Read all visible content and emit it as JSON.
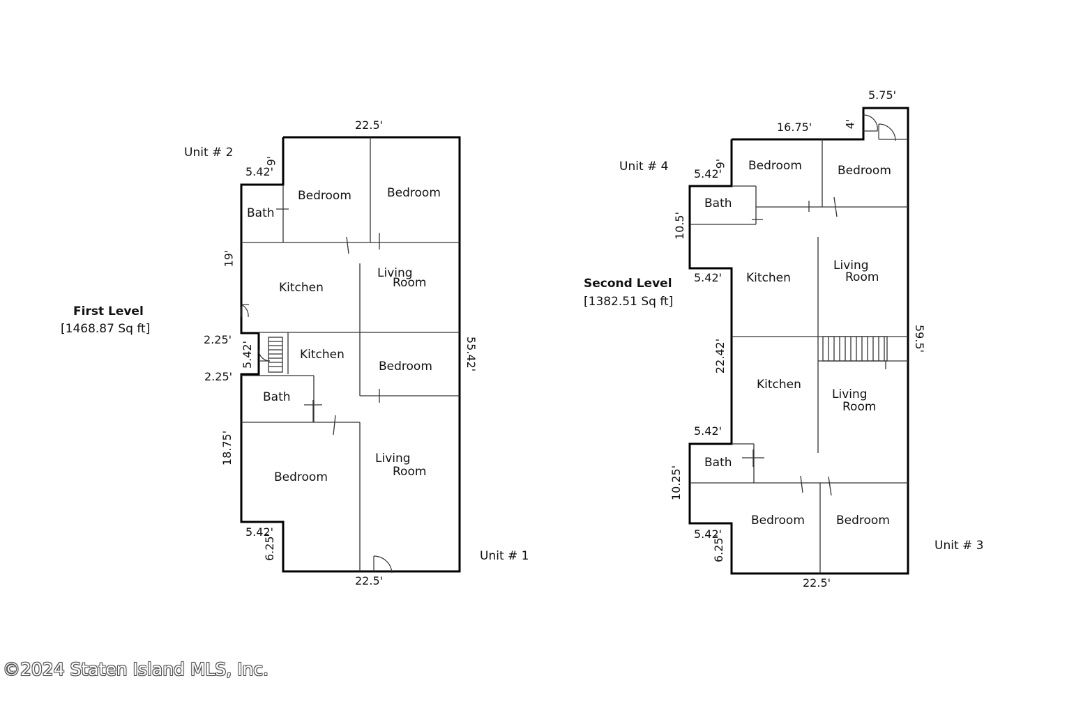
{
  "first_level": {
    "title": "First Level",
    "area": "[1468.87 Sq ft]",
    "unit_top": "Unit # 2",
    "unit_bottom": "Unit # 1",
    "rooms": {
      "bath_top": "Bath",
      "bedroom_a": "Bedroom",
      "bedroom_b": "Bedroom",
      "kitchen_top": "Kitchen",
      "living_top": "Living",
      "living_top_2": "Room",
      "kitchen_mid": "Kitchen",
      "bedroom_mid": "Bedroom",
      "bath_bottom": "Bath",
      "bedroom_bottom": "Bedroom",
      "living_bottom": "Living",
      "living_bottom_2": "Room"
    },
    "dims": {
      "top": "22.5'",
      "nine": "9'",
      "notch_top": "5.42'",
      "nineteen": "19'",
      "step_a": "2.25'",
      "stair": "5.42'",
      "step_b": "2.25'",
      "eighteen": "18.75'",
      "notch_bottom": "5.42'",
      "six": "6.25'",
      "bottom": "22.5'",
      "right": "55.42'"
    }
  },
  "second_level": {
    "title": "Second Level",
    "area": "[1382.51 Sq ft]",
    "unit_top": "Unit # 4",
    "unit_bottom": "Unit # 3",
    "rooms": {
      "bedroom_a": "Bedroom",
      "bedroom_b": "Bedroom",
      "bath_top": "Bath",
      "kitchen_top": "Kitchen",
      "living_top": "Living",
      "living_top_2": "Room",
      "kitchen_bottom": "Kitchen",
      "living_bottom": "Living",
      "living_bottom_2": "Room",
      "bath_bottom": "Bath",
      "bedroom_c": "Bedroom",
      "bedroom_d": "Bedroom"
    },
    "dims": {
      "entry": "5.75'",
      "four": "4'",
      "top": "16.75'",
      "nine": "9'",
      "notch_top": "5.42'",
      "ten_five": "10.5'",
      "notch_mid": "5.42'",
      "twenty_two": "22.42'",
      "notch_low": "5.42'",
      "ten_quarter": "10.25'",
      "notch_bottom": "5.42'",
      "six": "6.25'",
      "bottom": "22.5'",
      "right": "59.5'"
    }
  },
  "copyright": "©2024 Staten Island MLS, Inc."
}
